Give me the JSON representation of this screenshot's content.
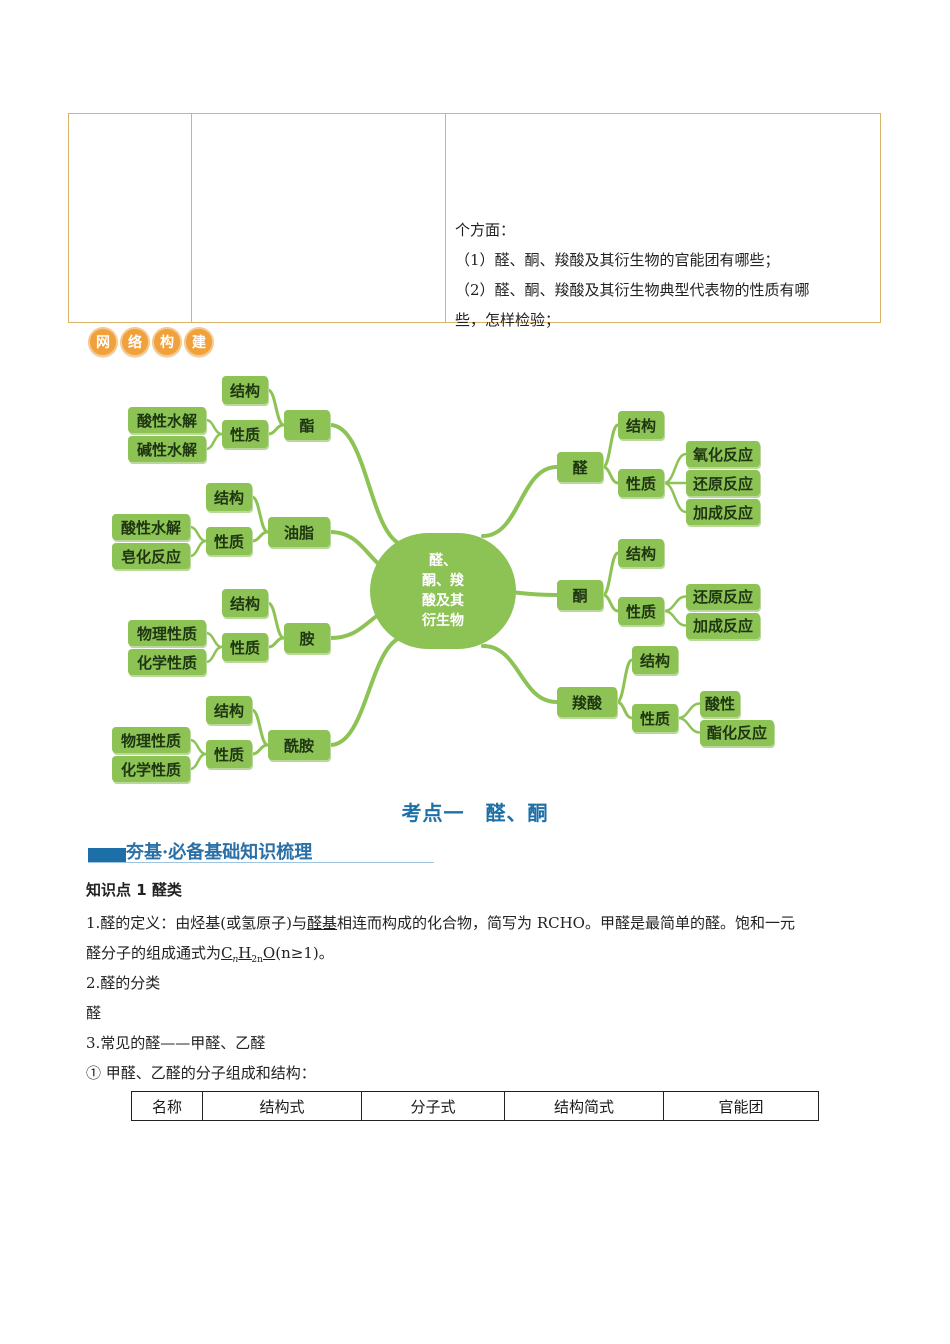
{
  "top_table": {
    "lines": [
      "个方面：",
      "（1）醛、酮、羧酸及其衍生物的官能团有哪些；",
      "（2）醛、酮、羧酸及其衍生物典型代表物的性质有哪",
      "些，怎样检验；"
    ]
  },
  "badge": [
    "网",
    "络",
    "构",
    "建"
  ],
  "mindmap": {
    "center": "醛、\n酮、羧\n酸及其\n衍生物",
    "colors": {
      "node": "#8dc255",
      "branch": "#8dc255"
    },
    "left": [
      {
        "name": "酯",
        "children": [
          {
            "name": "结构"
          },
          {
            "name": "性质",
            "children": [
              "酸性水解",
              "碱性水解"
            ]
          }
        ]
      },
      {
        "name": "油脂",
        "children": [
          {
            "name": "结构"
          },
          {
            "name": "性质",
            "children": [
              "酸性水解",
              "皂化反应"
            ]
          }
        ]
      },
      {
        "name": "胺",
        "children": [
          {
            "name": "结构"
          },
          {
            "name": "性质",
            "children": [
              "物理性质",
              "化学性质"
            ]
          }
        ]
      },
      {
        "name": "酰胺",
        "children": [
          {
            "name": "结构"
          },
          {
            "name": "性质",
            "children": [
              "物理性质",
              "化学性质"
            ]
          }
        ]
      }
    ],
    "right": [
      {
        "name": "醛",
        "children": [
          {
            "name": "结构"
          },
          {
            "name": "性质",
            "children": [
              "氧化反应",
              "还原反应",
              "加成反应"
            ]
          }
        ]
      },
      {
        "name": "酮",
        "children": [
          {
            "name": "结构"
          },
          {
            "name": "性质",
            "children": [
              "还原反应",
              "加成反应"
            ]
          }
        ]
      },
      {
        "name": "羧酸",
        "children": [
          {
            "name": "结构"
          },
          {
            "name": "性质",
            "children": [
              "酸性",
              "酯化反应"
            ]
          }
        ]
      }
    ]
  },
  "section_title": "考点一　醛、酮",
  "banner": "夯基·必备基础知识梳理",
  "content": {
    "kp1": "知识点 1 醛类",
    "def_1_a": "1.醛的定义：由烃基(或氢原子)与",
    "def_1_u": "醛基",
    "def_1_b": "相连而构成的化合物，简写为 RCHO。甲醛是最简单的醛。饱和一元",
    "def_2_a": "醛分子的组成通式为",
    "formula_c": "C",
    "formula_n1": "n",
    "formula_h": "H",
    "formula_2n": "2n",
    "formula_o": "O",
    "formula_cond": "(n≥1)",
    "def_2_b": "。",
    "cls_title": "2.醛的分类",
    "cls_item": "醛",
    "common_title": "3.常见的醛——甲醛、乙醛",
    "sub1": "① 甲醛、乙醛的分子组成和结构："
  },
  "table_headers": [
    "名称",
    "结构式",
    "分子式",
    "结构简式",
    "官能团"
  ]
}
